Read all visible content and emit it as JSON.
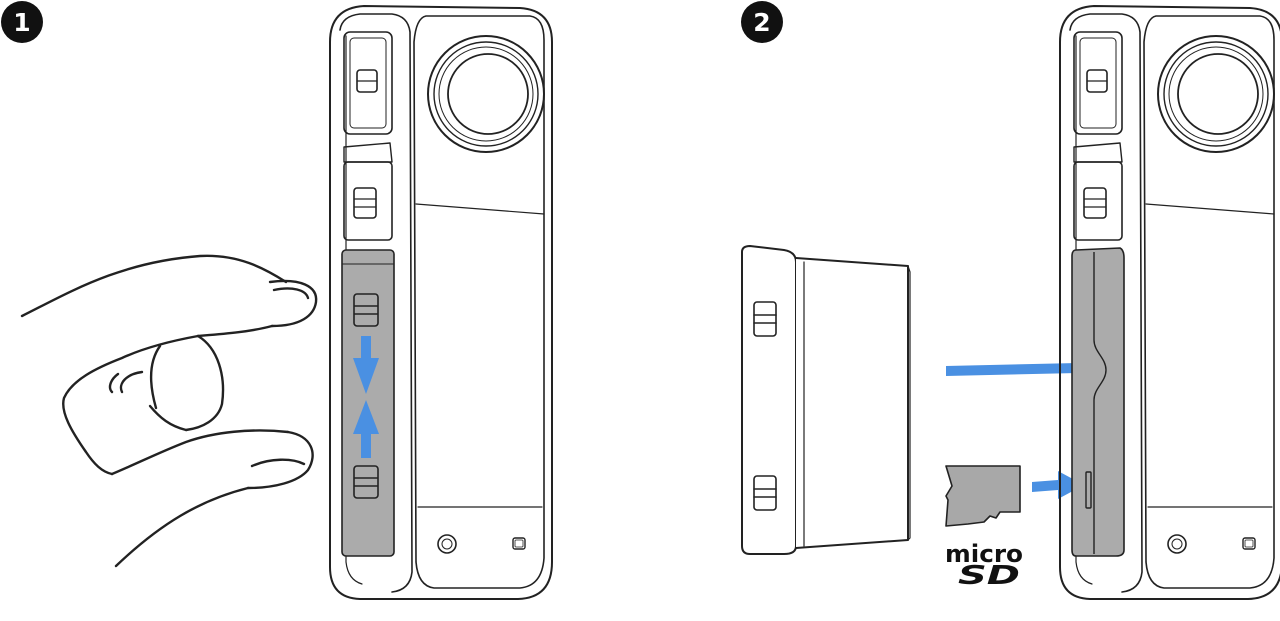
{
  "steps": [
    {
      "number": "1"
    },
    {
      "number": "2"
    }
  ],
  "microsd_logo": {
    "text": "micro SD"
  },
  "colors": {
    "arrow": "#4A90E2",
    "outline": "#222222",
    "door_fill": "#ABABAB",
    "card_fill": "#A8A8A8",
    "badge_fill": "#111111",
    "badge_text": "#ffffff"
  }
}
